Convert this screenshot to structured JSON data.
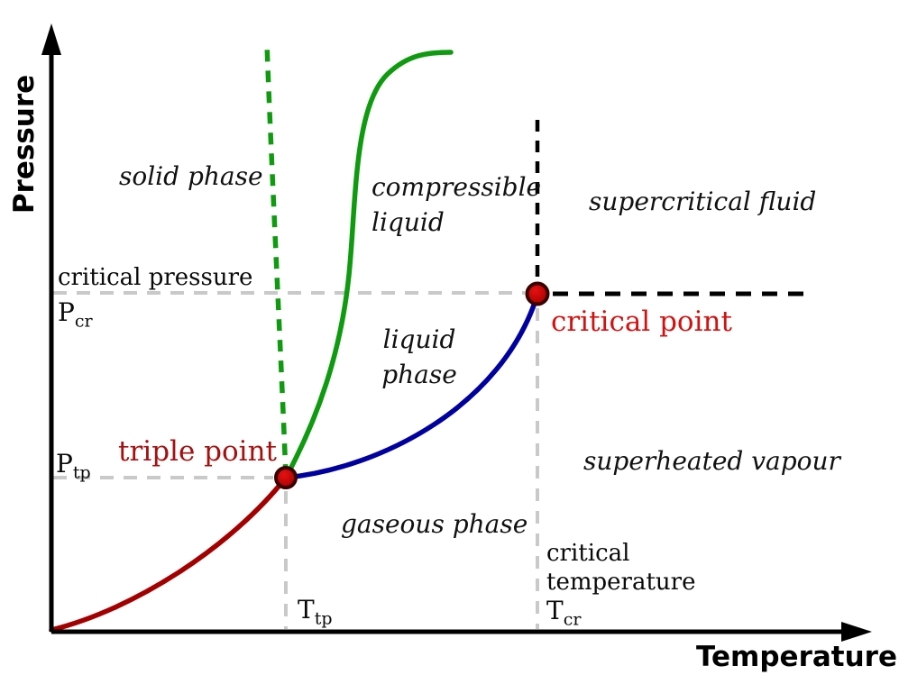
{
  "axes": {
    "y_label": "Pressure",
    "x_label": "Temperature"
  },
  "regions": {
    "solid_phase": "solid phase",
    "compressible_liquid": [
      "compressible",
      "liquid"
    ],
    "supercritical_fluid": "supercritical fluid",
    "liquid_phase": [
      "liquid",
      "phase"
    ],
    "gaseous_phase": "gaseous phase",
    "superheated_vapour": "superheated vapour"
  },
  "points": {
    "triple_point_label": "triple point",
    "critical_point_label": "critical point"
  },
  "guides": {
    "critical_pressure_label": "critical pressure",
    "critical_temperature_label": [
      "critical",
      "temperature"
    ],
    "p_cr": {
      "base": "P",
      "sub": "cr"
    },
    "p_tp": {
      "base": "P",
      "sub": "tp"
    },
    "t_tp": {
      "base": "T",
      "sub": "tp"
    },
    "t_cr": {
      "base": "T",
      "sub": "cr"
    }
  },
  "colors": {
    "sublimation_curve": "#a40000",
    "vaporization_curve": "#0000a0",
    "fusion_curve": "#0f9b0f",
    "fusion_extension_dashed": "#0f9b0f",
    "axis_black": "#000000",
    "guide_dash_gray": "#c9c9c9",
    "dashed_black": "#000000",
    "triple_point_text": "#a41111",
    "critical_point_text": "#d41111",
    "point_fill": "#cc0000",
    "point_border": "#3a0000"
  }
}
